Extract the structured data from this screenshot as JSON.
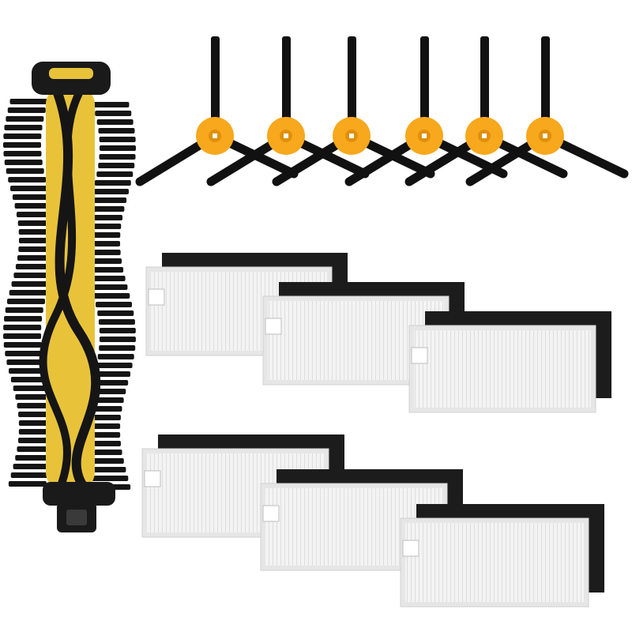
{
  "image": {
    "subject": "robot-vacuum-replacement-parts",
    "background_color": "#ffffff"
  },
  "colors": {
    "brush_core": "#e8c33a",
    "brush_core_dark": "#c9a21e",
    "bristle": "#151515",
    "side_brush_hub": "#f7a81c",
    "side_brush_arm": "#111111",
    "filter_pleat": "#f2f2f2",
    "filter_frame": "#e6e6e6",
    "foam": "#1c1c1c",
    "filter_tab": "#ffffff"
  },
  "parts": {
    "main_brush_count": 1,
    "side_brush_count": 6,
    "filter_count": 6
  }
}
